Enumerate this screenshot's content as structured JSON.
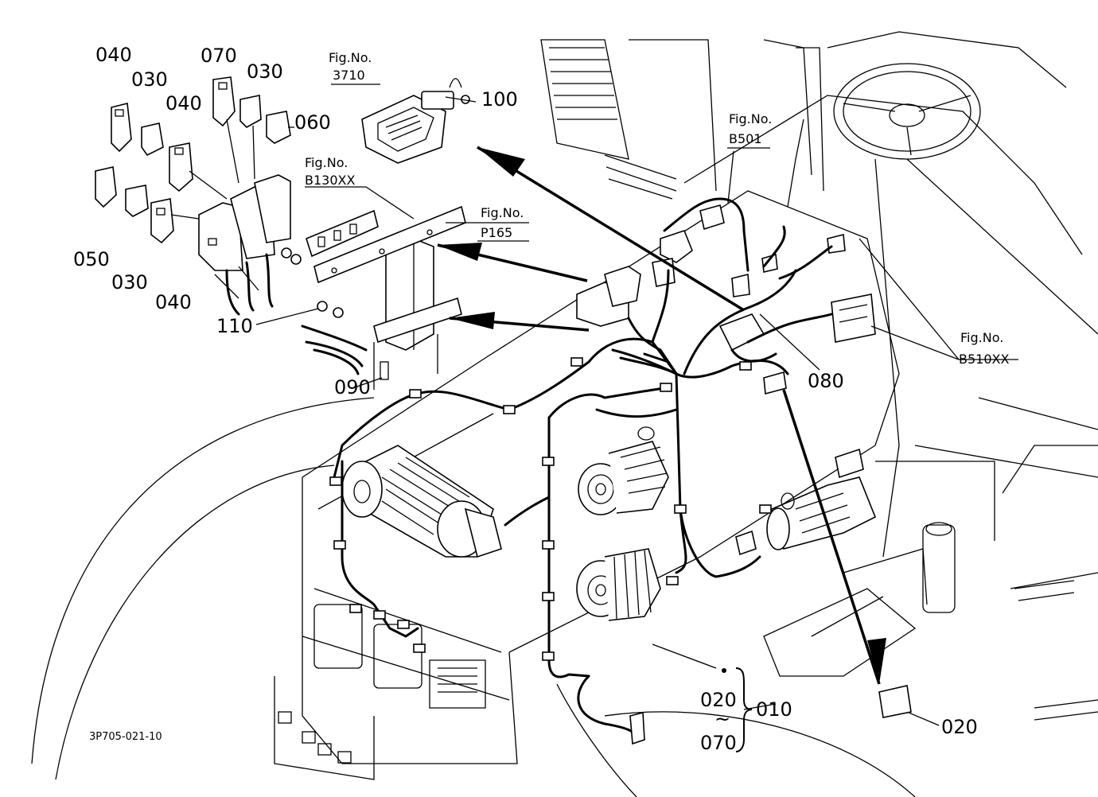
{
  "diagram": {
    "code": "3P705-021-10",
    "fig_refs": [
      {
        "label": "Fig.No.",
        "value": "3710"
      },
      {
        "label": "Fig.No.",
        "value": "B130XX"
      },
      {
        "label": "Fig.No.",
        "value": "P165"
      },
      {
        "label": "Fig.No.",
        "value": "B501"
      },
      {
        "label": "Fig.No.",
        "value": "B510XX"
      }
    ],
    "part_numbers": {
      "p040a": "040",
      "p030a": "030",
      "p070": "070",
      "p030b": "030",
      "p040b": "040",
      "p060": "060",
      "p050": "050",
      "p030c": "030",
      "p040c": "040",
      "p100": "100",
      "p110": "110",
      "p090": "090",
      "p080": "080",
      "p020a": "020",
      "p070b": "070",
      "p010": "010",
      "p020b": "020",
      "tilde": "~"
    }
  }
}
